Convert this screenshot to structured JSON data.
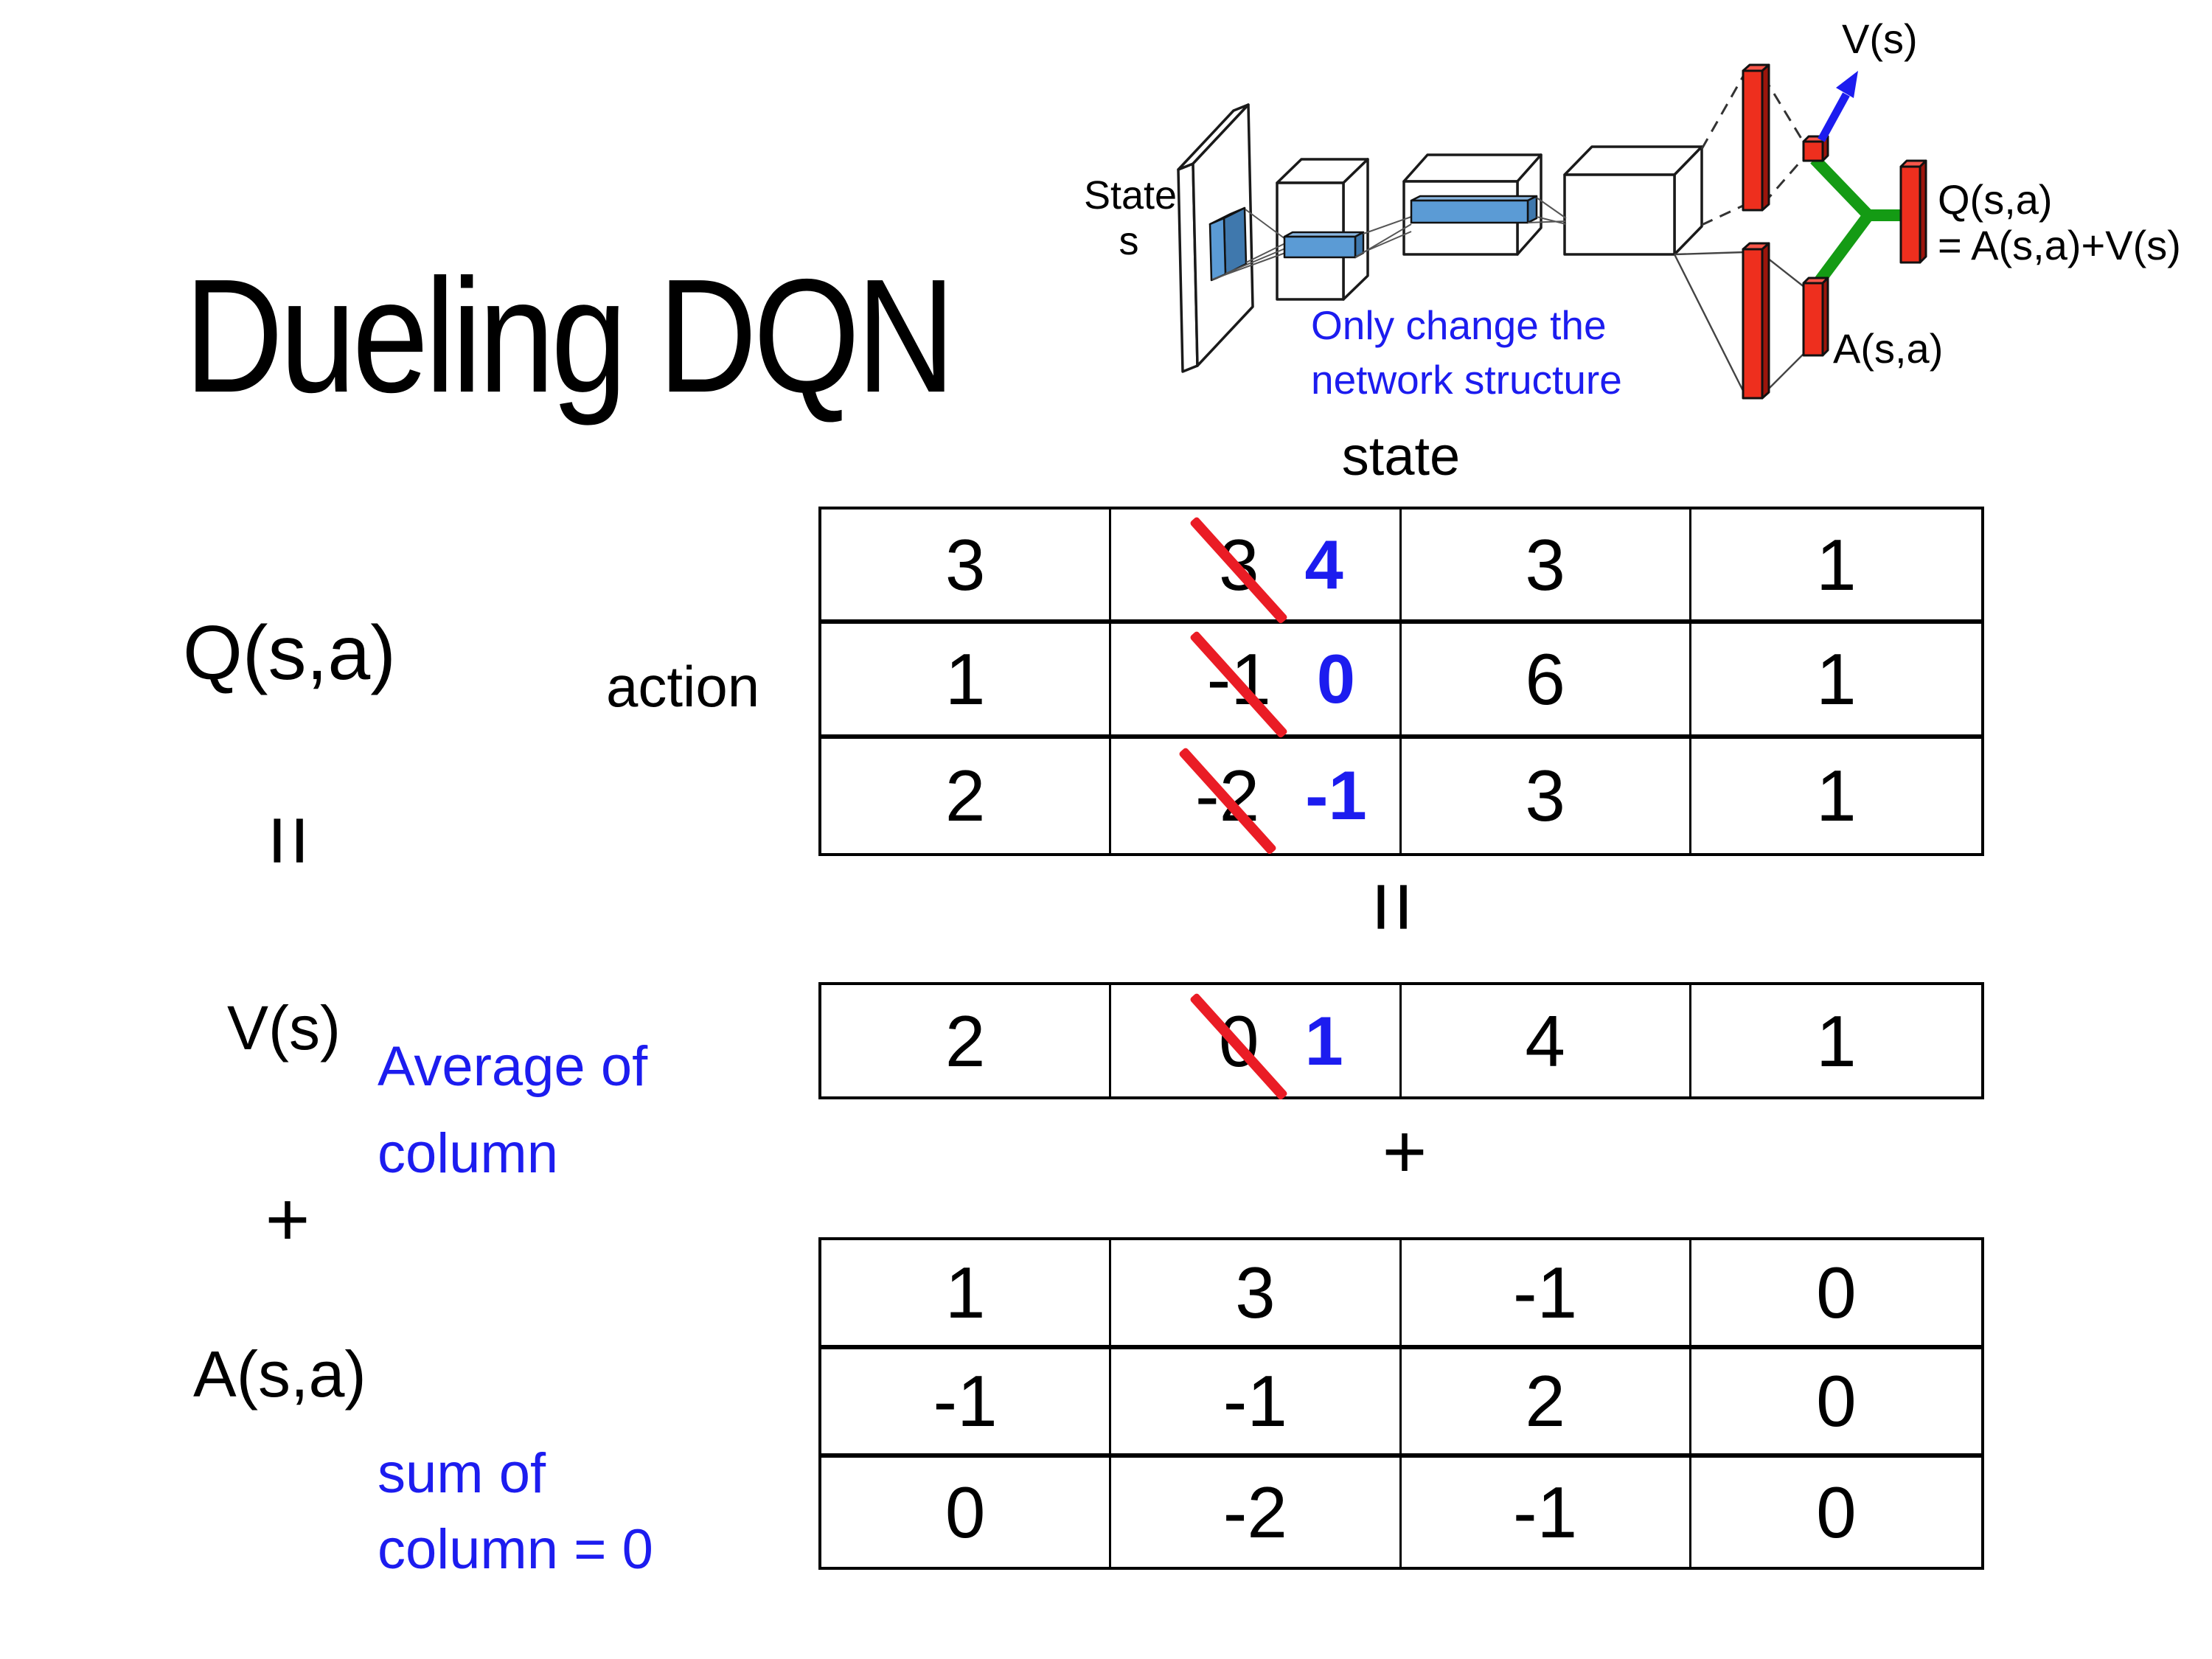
{
  "slide_title": "Dueling DQN",
  "colors": {
    "text_black": "#000000",
    "annotation_blue": "#1c1cef",
    "strike_red": "#ea1c25",
    "bar_red": "#ee2f1e",
    "bar_red_dark": "#9c150c",
    "bar_red_light": "#f8564a",
    "connector_green": "#149b14",
    "feature_blue": "#5b9bd5",
    "feature_blue_dark": "#3f78ad",
    "feature_blue_light": "#8ab6e0"
  },
  "network_diagram": {
    "input_label_line1": "State",
    "input_label_line2": "s",
    "note_line1": "Only change the",
    "note_line2": "network structure",
    "value_output_label": "V(s)",
    "advantage_output_label": "A(s,a)",
    "q_output_label_line1": "Q(s,a)",
    "q_output_label_line2": "= A(s,a)+V(s)"
  },
  "decomposition": {
    "q_label": "Q(s,a)",
    "row_axis_label": "action",
    "col_axis_label": "state",
    "equals_sign": "=",
    "plus_sign": "+",
    "v_label": "V(s)",
    "a_label": "A(s,a)",
    "v_note_line1": "Average of",
    "v_note_line2": "column",
    "a_note_line1": "sum of",
    "a_note_line2": "column = 0"
  },
  "q_table": {
    "rows": [
      [
        {
          "value": "3"
        },
        {
          "old": "3",
          "new": "4"
        },
        {
          "value": "3"
        },
        {
          "value": "1"
        }
      ],
      [
        {
          "value": "1"
        },
        {
          "old": "-1",
          "new": "0"
        },
        {
          "value": "6"
        },
        {
          "value": "1"
        }
      ],
      [
        {
          "value": "2"
        },
        {
          "old": "-2",
          "new": "-1"
        },
        {
          "value": "3"
        },
        {
          "value": "1"
        }
      ]
    ]
  },
  "v_table": {
    "rows": [
      [
        {
          "value": "2"
        },
        {
          "old": "0",
          "new": "1"
        },
        {
          "value": "4"
        },
        {
          "value": "1"
        }
      ]
    ]
  },
  "a_table": {
    "rows": [
      [
        {
          "value": "1"
        },
        {
          "value": "3"
        },
        {
          "value": "-1"
        },
        {
          "value": "0"
        }
      ],
      [
        {
          "value": "-1"
        },
        {
          "value": "-1"
        },
        {
          "value": "2"
        },
        {
          "value": "0"
        }
      ],
      [
        {
          "value": "0"
        },
        {
          "value": "-2"
        },
        {
          "value": "-1"
        },
        {
          "value": "0"
        }
      ]
    ]
  }
}
